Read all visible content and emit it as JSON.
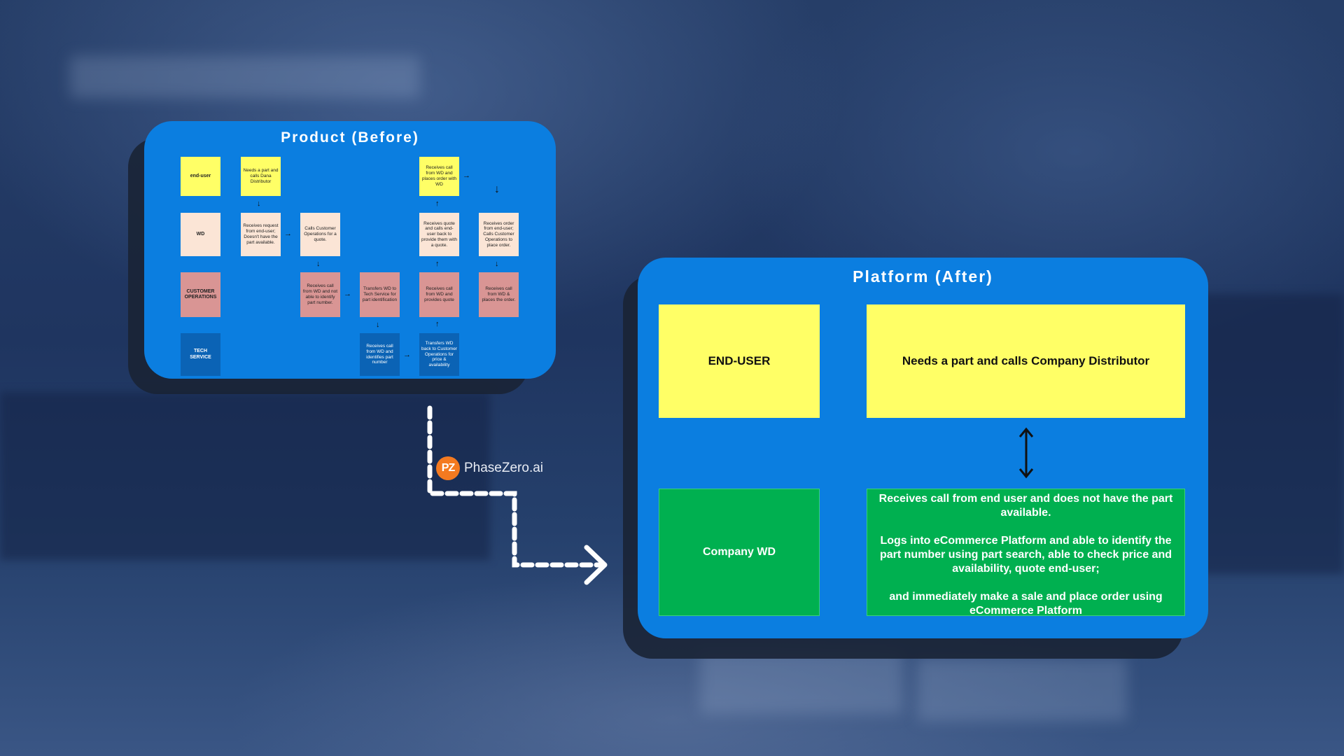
{
  "before": {
    "title": "Product (Before)",
    "rows": {
      "end_user": "end-user",
      "wd": "WD",
      "customer_ops": "CUSTOMER OPERATIONS",
      "tech_service": "TECH SERVICE"
    },
    "steps": {
      "needs_part": "Needs a part and calls Dana Distributor",
      "receives_request": "Receives request from end-user; Doesn't have the part available.",
      "calls_customer_ops": "Calls Customer Operations for a quote.",
      "ops_not_able": "Receives call from WD and not able to identify part number.",
      "transfers_to_tech": "Transfers WD to Tech Service for part identification",
      "tech_identifies": "Receives call from WD and identifies part number",
      "tech_transfers_back": "Transfers WD back to Customer Operations for price & availability",
      "ops_quote": "Receives call from WD and provides quote",
      "wd_quote_back": "Receives quote and calls end-user back to provide them with a quote.",
      "end_user_order": "Receives call from WD and places order with WD",
      "wd_order": "Receives order from end-user; Calls Customer Operations to place order.",
      "ops_places_order": "Receives call from WD & places the order."
    }
  },
  "after": {
    "title": "Platform (After)",
    "end_user": "END-USER",
    "needs_part": "Needs a part and calls Company Distributor",
    "company_wd": "Company WD",
    "desc_1": "Receives call from end user and does not have the part available.",
    "desc_2": "Logs into eCommerce Platform and able to identify the part number using part search, able to check price and availability, quote end-user;",
    "desc_3": "and immediately make a sale and place order using eCommerce Platform"
  },
  "logo": {
    "mark": "PZ",
    "text": "PhaseZero.ai"
  },
  "colors": {
    "card_blue": "#0b7ee0",
    "sticky_yellow": "#ffff66",
    "sticky_peach": "#fbe5d6",
    "sticky_pink": "#d99594",
    "sticky_blue": "#0b63b5",
    "green": "#00b050",
    "logo_orange": "#f47a20"
  }
}
